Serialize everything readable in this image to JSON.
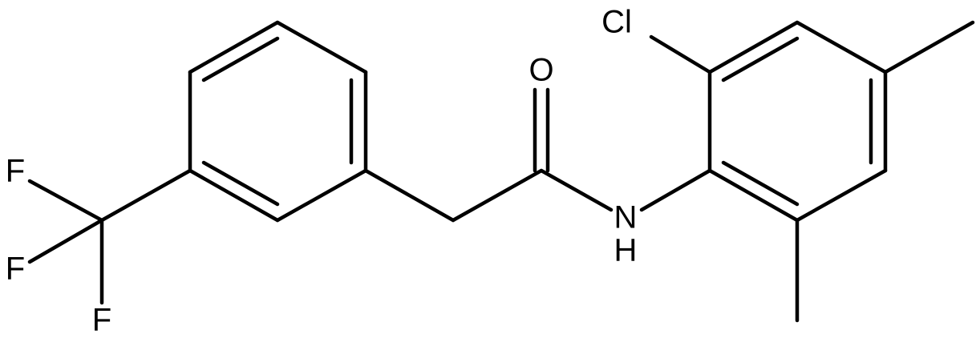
{
  "atoms": {
    "chlorine": "Cl",
    "oxygen": "O",
    "nitrogen": "N",
    "hydrogen": "H",
    "fluorine_top": "F",
    "fluorine_middle": "F",
    "fluorine_bottom": "F"
  },
  "colors": {
    "bond": "#000000",
    "label": "#000000",
    "background": "#ffffff"
  }
}
